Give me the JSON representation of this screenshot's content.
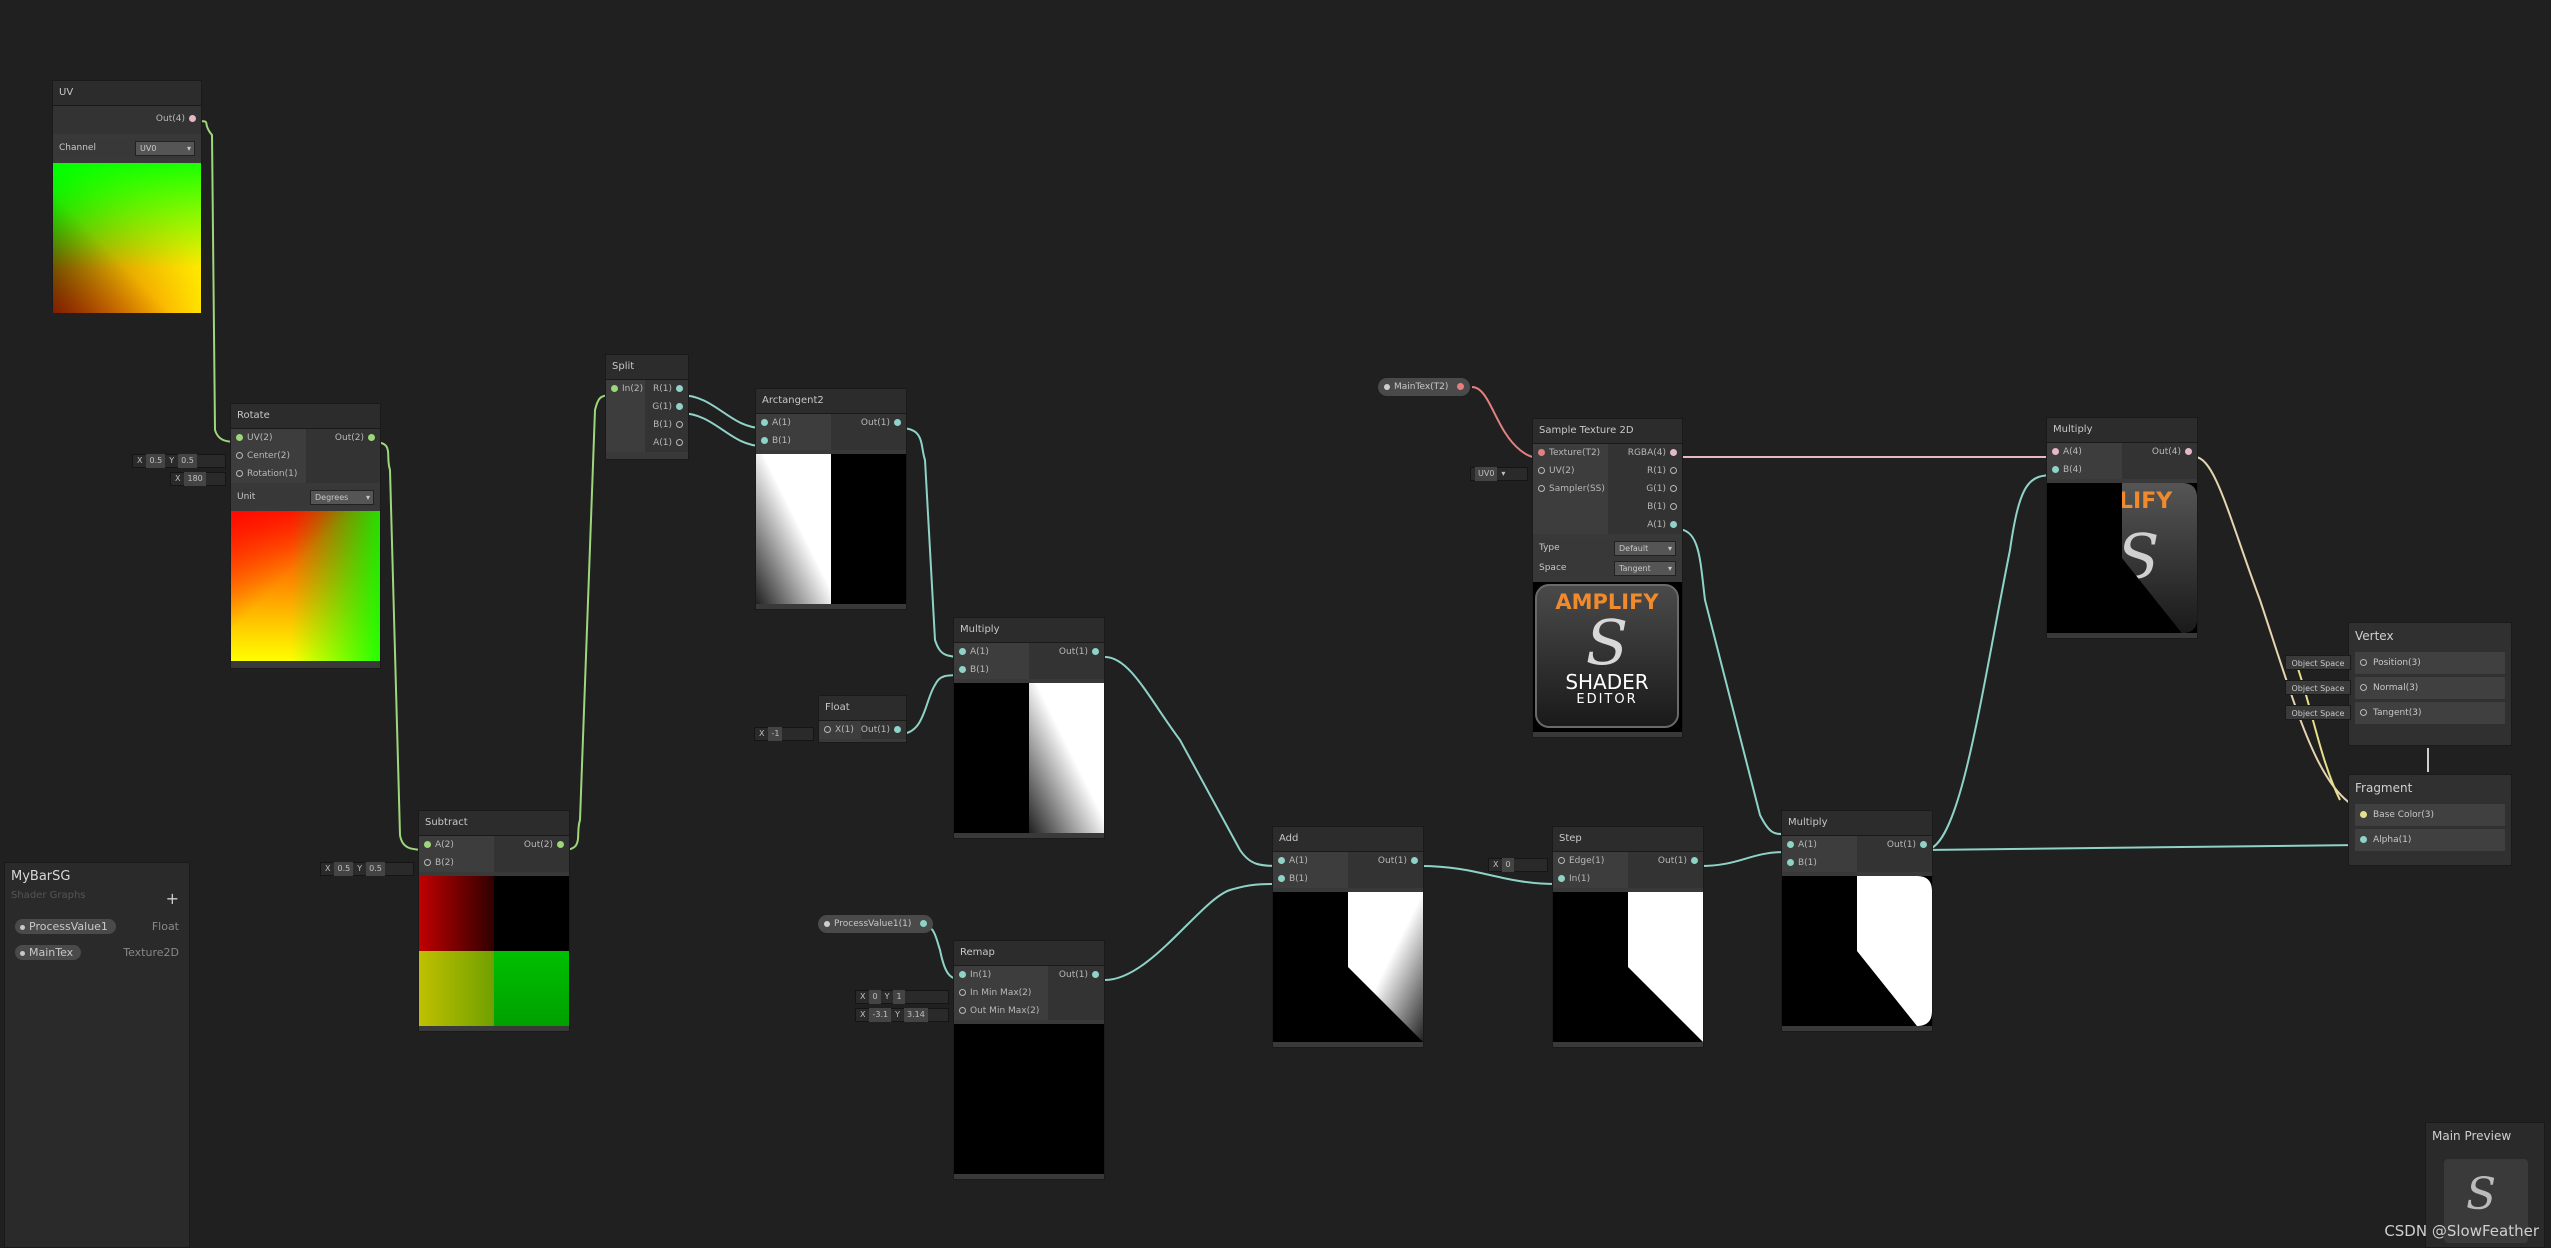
{
  "blackboard": {
    "title": "MyBarSG",
    "subtitle": "Shader Graphs",
    "add_label": "+",
    "properties": [
      {
        "name": "ProcessValue1",
        "type": "Float"
      },
      {
        "name": "MainTex",
        "type": "Texture2D"
      }
    ]
  },
  "nodes": {
    "uv": {
      "title": "UV",
      "out": "Out(4)",
      "channel_label": "Channel",
      "channel_value": "UV0"
    },
    "rotate": {
      "title": "Rotate",
      "in_uv": "UV(2)",
      "in_center": "Center(2)",
      "in_rotation": "Rotation(1)",
      "out": "Out(2)",
      "unit_label": "Unit",
      "unit_value": "Degrees",
      "center_x_label": "X",
      "center_x": "0.5",
      "center_y_label": "Y",
      "center_y": "0.5",
      "rot_x_label": "X",
      "rot_x": "180"
    },
    "split": {
      "title": "Split",
      "in": "In(2)",
      "out_r": "R(1)",
      "out_g": "G(1)",
      "out_b": "B(1)",
      "out_a": "A(1)"
    },
    "arctan": {
      "title": "Arctangent2",
      "in_a": "A(1)",
      "in_b": "B(1)",
      "out": "Out(1)"
    },
    "subtract": {
      "title": "Subtract",
      "in_a": "A(2)",
      "in_b": "B(2)",
      "out": "Out(2)",
      "b_x_label": "X",
      "b_x": "0.5",
      "b_y_label": "Y",
      "b_y": "0.5"
    },
    "float": {
      "title": "Float",
      "in": "X(1)",
      "out": "Out(1)",
      "x_label": "X",
      "x": "-1"
    },
    "multiply1": {
      "title": "Multiply",
      "in_a": "A(1)",
      "in_b": "B(1)",
      "out": "Out(1)"
    },
    "remap": {
      "title": "Remap",
      "in": "In(1)",
      "in_min_max": "In Min Max(2)",
      "out_min_max": "Out Min Max(2)",
      "out": "Out(1)",
      "in_x_label": "X",
      "in_x": "0",
      "in_y_label": "Y",
      "in_y": "1",
      "out_x_label": "X",
      "out_x": "-3.1",
      "out_y_label": "Y",
      "out_y": "3.14"
    },
    "process_prop": {
      "label": "ProcessValue1(1)"
    },
    "add": {
      "title": "Add",
      "in_a": "A(1)",
      "in_b": "B(1)",
      "out": "Out(1)"
    },
    "step": {
      "title": "Step",
      "in_edge": "Edge(1)",
      "in_in": "In(1)",
      "out": "Out(1)",
      "edge_x_label": "X",
      "edge_x": "0"
    },
    "maintex_prop": {
      "label": "MainTex(T2)"
    },
    "sample": {
      "title": "Sample Texture 2D",
      "in_tex": "Texture(T2)",
      "in_uv": "UV(2)",
      "in_sampler": "Sampler(SS)",
      "out_rgba": "RGBA(4)",
      "out_r": "R(1)",
      "out_g": "G(1)",
      "out_b": "B(1)",
      "out_a": "A(1)",
      "type_label": "Type",
      "type_value": "Default",
      "space_label": "Space",
      "space_value": "Tangent",
      "uv_value": "UV0",
      "logo_top": "AMPLIFY",
      "logo_mid": "SHADER",
      "logo_bot": "EDITOR"
    },
    "multiply2": {
      "title": "Multiply",
      "in_a": "A(1)",
      "in_b": "B(1)",
      "out": "Out(1)"
    },
    "multiply3": {
      "title": "Multiply",
      "in_a": "A(4)",
      "in_b": "B(4)",
      "out": "Out(4)",
      "logo_text": "LIFY"
    }
  },
  "master": {
    "vertex_title": "Vertex",
    "vertex_rows": [
      {
        "space": "Object Space",
        "label": "Position(3)"
      },
      {
        "space": "Object Space",
        "label": "Normal(3)"
      },
      {
        "space": "Object Space",
        "label": "Tangent(3)"
      }
    ],
    "fragment_title": "Fragment",
    "fragment_rows": [
      {
        "label": "Base Color(3)"
      },
      {
        "label": "Alpha(1)"
      }
    ]
  },
  "preview": {
    "title": "Main Preview"
  },
  "watermark": "CSDN @SlowFeather"
}
